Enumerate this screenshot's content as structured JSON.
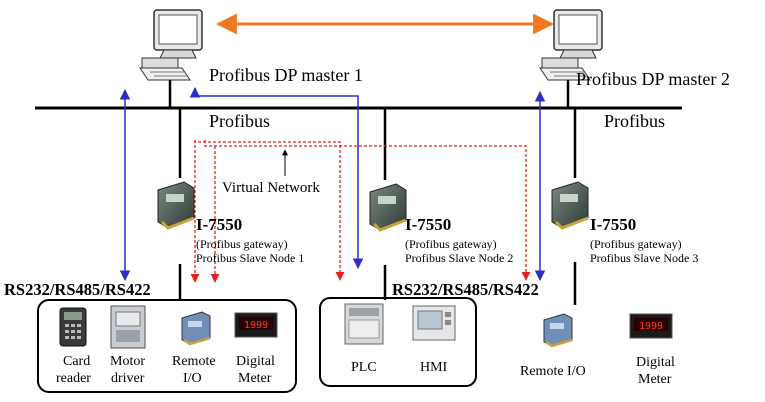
{
  "masters": [
    {
      "label": "Profibus DP master 1"
    },
    {
      "label": "Profibus DP master 2"
    }
  ],
  "bus": {
    "left_label": "Profibus",
    "right_label": "Profibus"
  },
  "virtual_network": {
    "label": "Virtual Network"
  },
  "gateways": [
    {
      "model": "I-7550",
      "role": "(Profibus gateway)",
      "node": "Profibus Slave Node 1"
    },
    {
      "model": "I-7550",
      "role": "(Profibus gateway)",
      "node": "Profibus Slave Node 2"
    },
    {
      "model": "I-7550",
      "role": "(Profibus gateway)",
      "node": "Profibus Slave Node 3"
    }
  ],
  "serial_labels": [
    "RS232/RS485/RS422",
    "RS232/RS485/RS422"
  ],
  "devices": {
    "card_reader": {
      "line1": "Card",
      "line2": "reader"
    },
    "motor_driver": {
      "line1": "Motor",
      "line2": "driver"
    },
    "remote_io_1": {
      "line1": "Remote",
      "line2": "I/O"
    },
    "digital_meter_1": {
      "line1": "Digital",
      "line2": "Meter",
      "display": "1999"
    },
    "plc": {
      "label": "PLC"
    },
    "hmi": {
      "label": "HMI"
    },
    "remote_io_3": {
      "label": "Remote I/O"
    },
    "digital_meter_3": {
      "line1": "Digital",
      "line2": "Meter",
      "display": "1999"
    }
  },
  "colors": {
    "bus": "#000000",
    "master_link": "#f07820",
    "blue_link": "#2d2dc8",
    "red_link": "#e82020"
  }
}
